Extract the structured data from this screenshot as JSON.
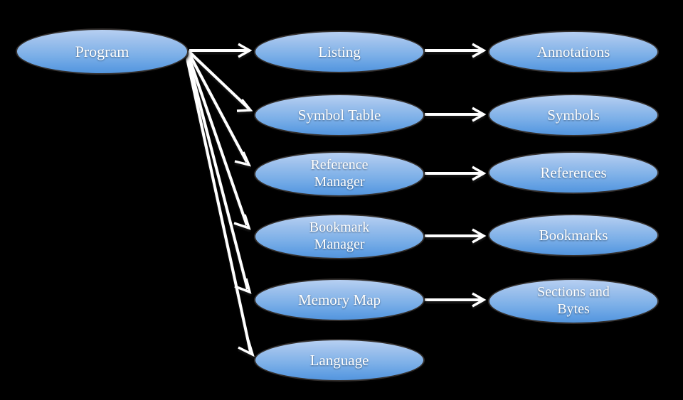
{
  "diagram": {
    "title": "Program data model relationships",
    "background_color": "#000000",
    "node_fill_top": "#b7d0f2",
    "node_fill_bottom": "#5495dd",
    "node_border_color": "#332f2d",
    "node_text_color": "#ffffff",
    "edge_color": "#ffffff",
    "nodes": {
      "program": {
        "label": "Program"
      },
      "listing": {
        "label": "Listing"
      },
      "symbol_table": {
        "label": "Symbol Table"
      },
      "reference_manager": {
        "label": "Reference\nManager"
      },
      "bookmark_manager": {
        "label": "Bookmark\nManager"
      },
      "memory_map": {
        "label": "Memory Map"
      },
      "language": {
        "label": "Language"
      },
      "annotations": {
        "label": "Annotations"
      },
      "symbols": {
        "label": "Symbols"
      },
      "references": {
        "label": "References"
      },
      "bookmarks": {
        "label": "Bookmarks"
      },
      "sections_and_bytes": {
        "label": "Sections and\nBytes"
      }
    },
    "edges": [
      {
        "from": "program",
        "to": "listing"
      },
      {
        "from": "program",
        "to": "symbol_table"
      },
      {
        "from": "program",
        "to": "reference_manager"
      },
      {
        "from": "program",
        "to": "bookmark_manager"
      },
      {
        "from": "program",
        "to": "memory_map"
      },
      {
        "from": "program",
        "to": "language"
      },
      {
        "from": "listing",
        "to": "annotations"
      },
      {
        "from": "symbol_table",
        "to": "symbols"
      },
      {
        "from": "reference_manager",
        "to": "references"
      },
      {
        "from": "bookmark_manager",
        "to": "bookmarks"
      },
      {
        "from": "memory_map",
        "to": "sections_and_bytes"
      }
    ]
  }
}
